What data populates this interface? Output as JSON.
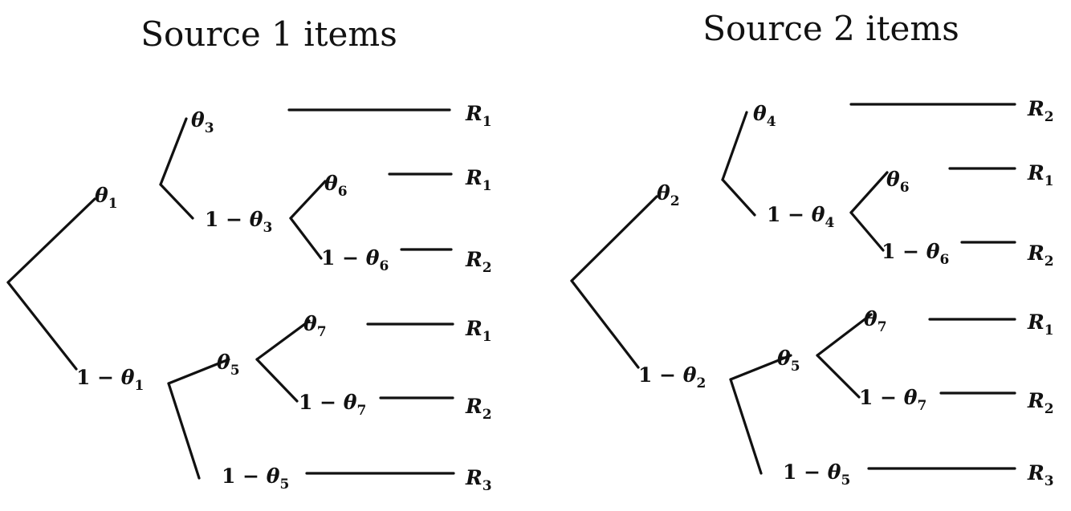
{
  "trees": [
    {
      "title": "Source 1 items",
      "labels": {
        "top": {
          "prefix": "",
          "sym": "θ",
          "sub": "1",
          "sym_prefix": ""
        },
        "bottom": {
          "prefix": "1 − ",
          "sym": "θ",
          "sub": "1"
        },
        "a_top": {
          "prefix": "",
          "sym": "θ",
          "sub": "3"
        },
        "a_bottom": {
          "prefix": "1 − ",
          "sym": "θ",
          "sub": "3"
        },
        "a_sub_top": {
          "prefix": "",
          "sym": "θ",
          "sub": "6"
        },
        "a_sub_bottom": {
          "prefix": "1 − ",
          "sym": "θ",
          "sub": "6"
        },
        "b_top": {
          "prefix": "",
          "sym": "θ",
          "sub": "5"
        },
        "b_bottom": {
          "prefix": "1 − ",
          "sym": "θ",
          "sub": "5"
        },
        "b_sub_top": {
          "prefix": "",
          "sym": "θ",
          "sub": "7"
        },
        "b_sub_bottom": {
          "prefix": "1 − ",
          "sym": "θ",
          "sub": "7"
        }
      },
      "outcomes": [
        {
          "sym": "R",
          "sub": "1"
        },
        {
          "sym": "R",
          "sub": "1"
        },
        {
          "sym": "R",
          "sub": "2"
        },
        {
          "sym": "R",
          "sub": "1"
        },
        {
          "sym": "R",
          "sub": "2"
        },
        {
          "sym": "R",
          "sub": "3"
        }
      ]
    },
    {
      "title": "Source 2 items",
      "labels": {
        "top": {
          "prefix": "",
          "sym": "θ",
          "sub": "2"
        },
        "bottom": {
          "prefix": "1 − ",
          "sym": "θ",
          "sub": "2"
        },
        "a_top": {
          "prefix": "",
          "sym": "θ",
          "sub": "4"
        },
        "a_bottom": {
          "prefix": "1 − ",
          "sym": "θ",
          "sub": "4"
        },
        "a_sub_top": {
          "prefix": "",
          "sym": "θ",
          "sub": "6"
        },
        "a_sub_bottom": {
          "prefix": "1 − ",
          "sym": "θ",
          "sub": "6"
        },
        "b_top": {
          "prefix": "",
          "sym": "θ",
          "sub": "5"
        },
        "b_bottom": {
          "prefix": "1 − ",
          "sym": "θ",
          "sub": "5"
        },
        "b_sub_top": {
          "prefix": "",
          "sym": "θ",
          "sub": "7"
        },
        "b_sub_bottom": {
          "prefix": "1 − ",
          "sym": "θ",
          "sub": "7"
        }
      },
      "outcomes": [
        {
          "sym": "R",
          "sub": "2"
        },
        {
          "sym": "R",
          "sub": "1"
        },
        {
          "sym": "R",
          "sub": "2"
        },
        {
          "sym": "R",
          "sub": "1"
        },
        {
          "sym": "R",
          "sub": "2"
        },
        {
          "sym": "R",
          "sub": "3"
        }
      ]
    }
  ]
}
